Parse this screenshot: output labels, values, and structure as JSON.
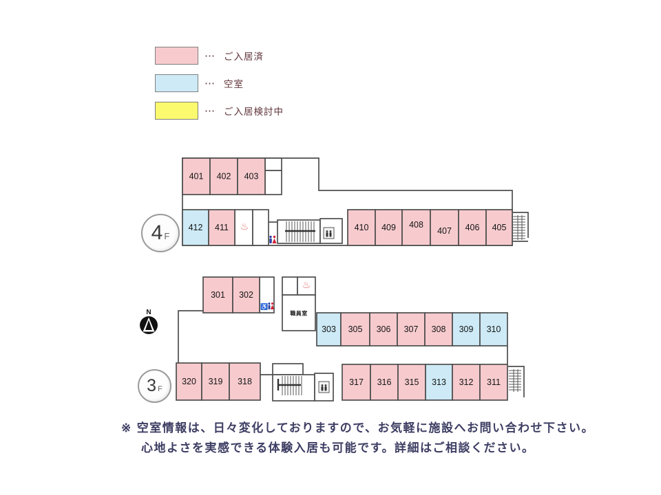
{
  "legend": {
    "ellipsis": "⋯",
    "items": [
      {
        "status": "occupied",
        "label": "ご入居済",
        "color": "#f7cbce"
      },
      {
        "status": "vacant",
        "label": "空室",
        "color": "#cdeaf6"
      },
      {
        "status": "considering",
        "label": "ご入居検討中",
        "color": "#fbfa6f"
      }
    ]
  },
  "floors": [
    {
      "id": "4f",
      "number": "4",
      "suffix": "F",
      "rooms": [
        {
          "number": "401",
          "status": "occupied"
        },
        {
          "number": "402",
          "status": "occupied"
        },
        {
          "number": "403",
          "status": "occupied"
        },
        {
          "number": "412",
          "status": "vacant"
        },
        {
          "number": "411",
          "status": "occupied"
        },
        {
          "number": "410",
          "status": "occupied"
        },
        {
          "number": "409",
          "status": "occupied"
        },
        {
          "number": "408",
          "status": "occupied"
        },
        {
          "number": "407",
          "status": "occupied"
        },
        {
          "number": "406",
          "status": "occupied"
        },
        {
          "number": "405",
          "status": "occupied"
        }
      ]
    },
    {
      "id": "3f",
      "number": "3",
      "suffix": "F",
      "staff_room": "職員室",
      "rooms": [
        {
          "number": "301",
          "status": "occupied"
        },
        {
          "number": "302",
          "status": "occupied"
        },
        {
          "number": "303",
          "status": "vacant"
        },
        {
          "number": "305",
          "status": "occupied"
        },
        {
          "number": "306",
          "status": "occupied"
        },
        {
          "number": "307",
          "status": "occupied"
        },
        {
          "number": "308",
          "status": "occupied"
        },
        {
          "number": "309",
          "status": "vacant"
        },
        {
          "number": "310",
          "status": "vacant"
        },
        {
          "number": "320",
          "status": "occupied"
        },
        {
          "number": "319",
          "status": "occupied"
        },
        {
          "number": "318",
          "status": "occupied"
        },
        {
          "number": "317",
          "status": "occupied"
        },
        {
          "number": "316",
          "status": "occupied"
        },
        {
          "number": "315",
          "status": "occupied"
        },
        {
          "number": "313",
          "status": "vacant"
        },
        {
          "number": "312",
          "status": "occupied"
        },
        {
          "number": "311",
          "status": "occupied"
        }
      ]
    }
  ],
  "compass": {
    "label": "N"
  },
  "icons": {
    "bath": "♨",
    "wheelchair": "♿"
  },
  "note": {
    "marker": "※",
    "line1": "空室情報は、日々変化しておりますので、お気軽に施設へお問い合わせ下さい。",
    "line2": "心地よさを実感できる体験入居も可能です。詳細はご相談ください。"
  }
}
